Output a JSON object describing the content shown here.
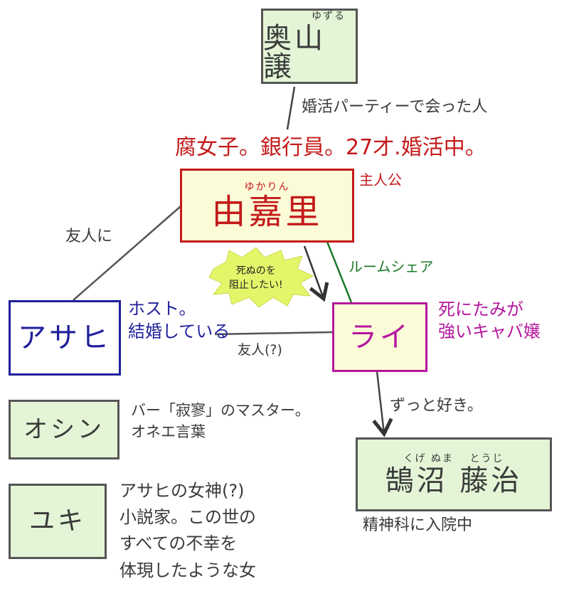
{
  "characters": {
    "okuyama": {
      "name": "奥山 譲",
      "furigana": "ゆずる"
    },
    "yukari": {
      "name": "由嘉里",
      "furigana": "ゆかりん",
      "role": "主人公",
      "description": "腐女子。銀行員。27才.婚活中。"
    },
    "asahi": {
      "name": "アサヒ",
      "description_lines": [
        "ホスト。",
        "結婚している"
      ]
    },
    "rai": {
      "name": "ライ",
      "description_lines": [
        "死にたみが",
        "強いキャバ嬢"
      ]
    },
    "kugenuma": {
      "name": "鵠沼 藤治",
      "furigana": "くげ ぬま　 とうじ",
      "description": "精神科に入院中"
    },
    "oshin": {
      "name": "オシン",
      "description_lines": [
        "バー「寂寥」のマスター。",
        "オネエ言葉"
      ]
    },
    "yuki": {
      "name": "ユキ",
      "description_lines": [
        "アサヒの女神(?)",
        "小説家。この世の",
        "すべての不幸を",
        "体現したような女"
      ]
    }
  },
  "relations": {
    "okuyama_yukari": "婚活パーティーで会った人",
    "yukari_asahi": "友人に",
    "yukari_rai": "ルームシェア",
    "asahi_rai": "友人(?)",
    "rai_kugenuma": "ずっと好き。",
    "burst_lines": [
      "死ぬのを",
      "阻止したい!"
    ]
  },
  "colors": {
    "red": "#c41a1a",
    "blue": "#1f1f9c",
    "magenta": "#b5179e",
    "green": "#1d7a2a",
    "box_green": "#e3f5d6",
    "box_yellow": "#fbfbd8",
    "burst": "#e4f56a"
  }
}
